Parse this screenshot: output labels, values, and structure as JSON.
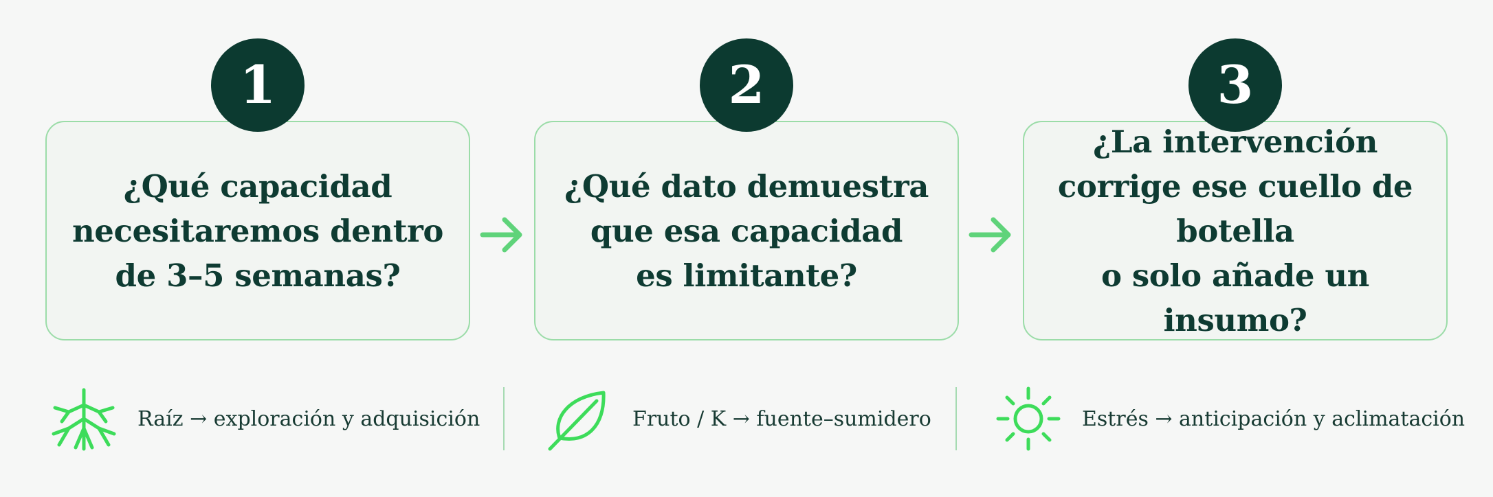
{
  "steps": [
    {
      "number": "1",
      "question": "¿Qué capacidad\nnecesitaremos dentro\nde 3–5 semanas?"
    },
    {
      "number": "2",
      "question": "¿Qué dato demuestra\nque esa capacidad\nes limitante?"
    },
    {
      "number": "3",
      "question": "¿La intervención\ncorrige ese cuello de botella\no solo añade un insumo?"
    }
  ],
  "legend": [
    {
      "icon": "roots-icon",
      "label": "Raíz → exploración y adquisición"
    },
    {
      "icon": "leaf-icon",
      "label": "Fruto / K → fuente–sumidero"
    },
    {
      "icon": "sun-icon",
      "label": "Estrés → anticipación y aclimatación"
    }
  ],
  "colors": {
    "background": "#f6f7f6",
    "card_fill": "#f2f5f2",
    "card_border": "#9bdca8",
    "number_circle": "#0c3a30",
    "question_text": "#0e3b32",
    "accent_green": "#3ddc5a",
    "arrow_green": "#5fd37a",
    "divider": "#a6dbb2"
  }
}
